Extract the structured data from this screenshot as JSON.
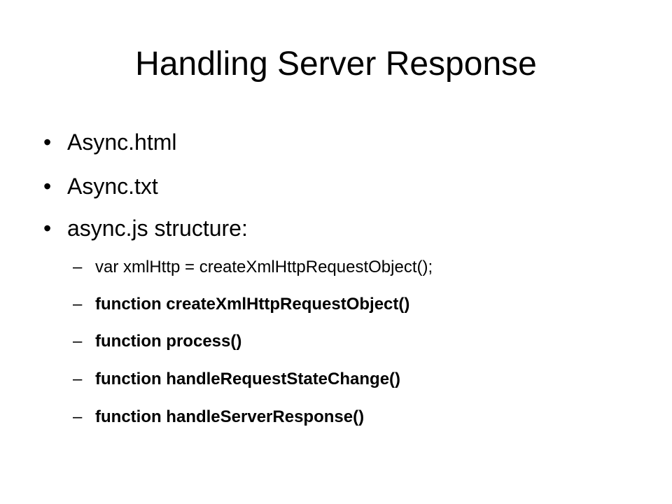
{
  "slide": {
    "title": "Handling Server Response",
    "bullets": [
      {
        "marker": "•",
        "text": "Async.html"
      },
      {
        "marker": "•",
        "text": "Async.txt"
      },
      {
        "marker": "•",
        "text": "async.js structure:"
      }
    ],
    "sub_bullets": [
      {
        "marker": "–",
        "text": "var xmlHttp = createXmlHttpRequestObject();"
      },
      {
        "marker": "–",
        "text": "function createXmlHttpRequestObject()"
      },
      {
        "marker": "–",
        "text": "function process()"
      },
      {
        "marker": "–",
        "text": "function handleRequestStateChange()"
      },
      {
        "marker": "–",
        "text": "function handleServerResponse()"
      }
    ]
  }
}
